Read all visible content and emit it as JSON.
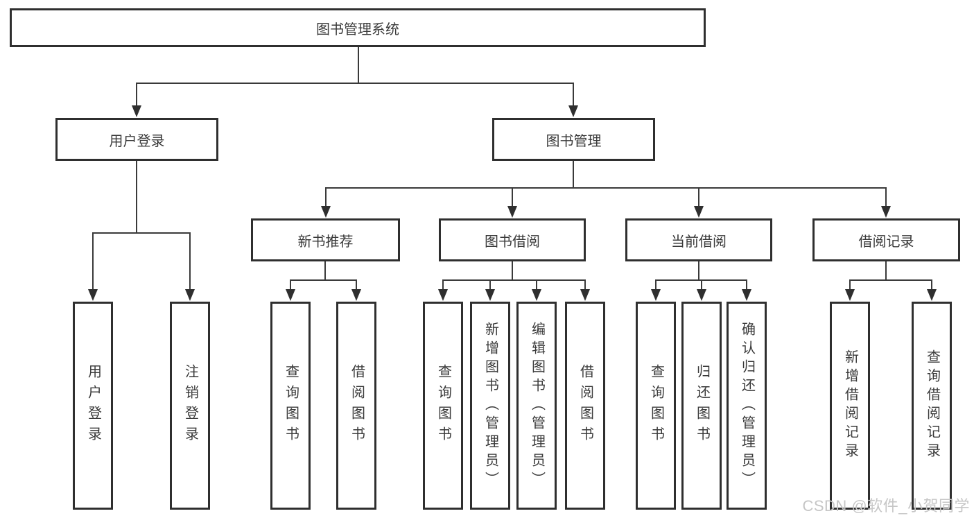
{
  "root": {
    "label": "图书管理系统"
  },
  "branches": [
    {
      "label": "用户登录",
      "leaves": [
        {
          "label": "用户登录"
        },
        {
          "label": "注销登录"
        }
      ]
    },
    {
      "label": "图书管理",
      "groups": [
        {
          "label": "新书推荐",
          "leaves": [
            {
              "label": "查询图书"
            },
            {
              "label": "借阅图书"
            }
          ]
        },
        {
          "label": "图书借阅",
          "leaves": [
            {
              "label": "查询图书"
            },
            {
              "label": "新增图书（管理员）"
            },
            {
              "label": "编辑图书（管理员）"
            },
            {
              "label": "借阅图书"
            }
          ]
        },
        {
          "label": "当前借阅",
          "leaves": [
            {
              "label": "查询图书"
            },
            {
              "label": "归还图书"
            },
            {
              "label": "确认归还（管理员）"
            }
          ]
        },
        {
          "label": "借阅记录",
          "leaves": [
            {
              "label": "新增借阅记录"
            },
            {
              "label": "查询借阅记录"
            }
          ]
        }
      ]
    }
  ],
  "watermark": {
    "text": "CSDN @软件_小贺同学"
  }
}
